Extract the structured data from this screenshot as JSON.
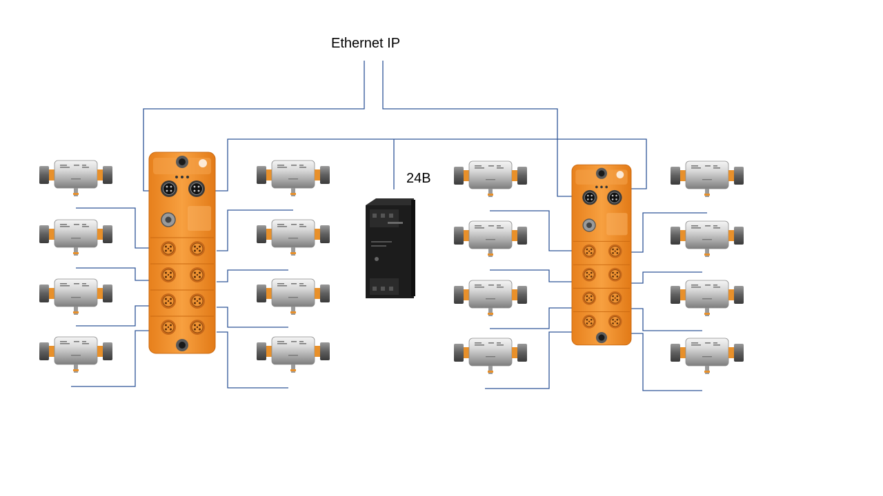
{
  "labels": {
    "network": "Ethernet IP",
    "power": "24B"
  },
  "colors": {
    "wire": "#2e5597",
    "module_orange": "#f4952c",
    "psu_body": "#1c1c1c",
    "sensor_steel": "#c9c9c9"
  },
  "devices": {
    "io_modules": [
      "left-io-module",
      "right-io-module"
    ],
    "power_supply": "power-supply-24v",
    "flow_sensor_count": 16
  }
}
